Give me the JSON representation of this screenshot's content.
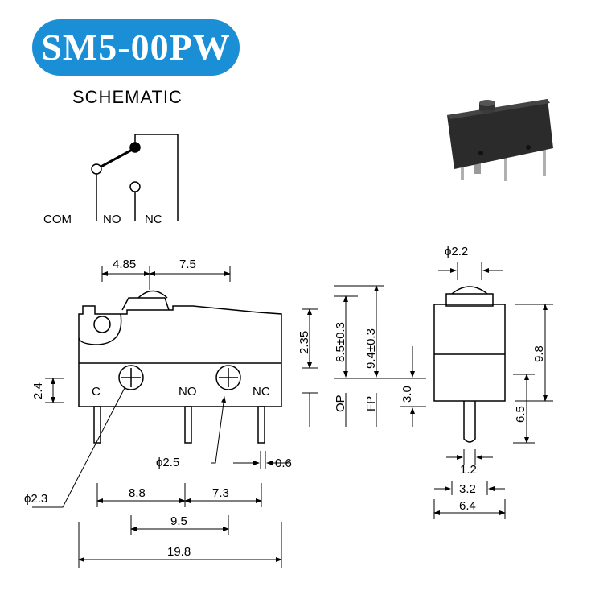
{
  "title": "SM5-00PW",
  "subtitle": "SCHEMATIC",
  "schematic": {
    "com": "COM",
    "no": "NO",
    "nc": "NC"
  },
  "photo": {
    "body_color": "#2b2b2b"
  },
  "front_view": {
    "terminal_c": "C",
    "terminal_no": "NO",
    "terminal_nc": "NC",
    "dim_top_left": "4.85",
    "dim_top_right": "7.5",
    "dim_left": "2.4",
    "dim_hole_small": "ϕ2.3",
    "dim_hole_large": "ϕ2.5",
    "dim_pin_width": "0.6",
    "dim_c_no": "8.8",
    "dim_no_nc": "7.3",
    "dim_holes": "9.5",
    "dim_total": "19.8"
  },
  "height_dims": {
    "d235": "2.35",
    "op_height": "8.5±0.3",
    "fp_height": "9.4±0.3",
    "op": "OP",
    "fp": "FP",
    "d30": "3.0"
  },
  "side_view": {
    "dim_plunger": "ϕ2.2",
    "dim_height": "9.8",
    "dim_lower": "6.5",
    "dim_pin": "1.2",
    "dim_inner": "3.2",
    "dim_width": "6.4"
  },
  "colors": {
    "badge": "#1a8fd6",
    "line": "#000000"
  }
}
